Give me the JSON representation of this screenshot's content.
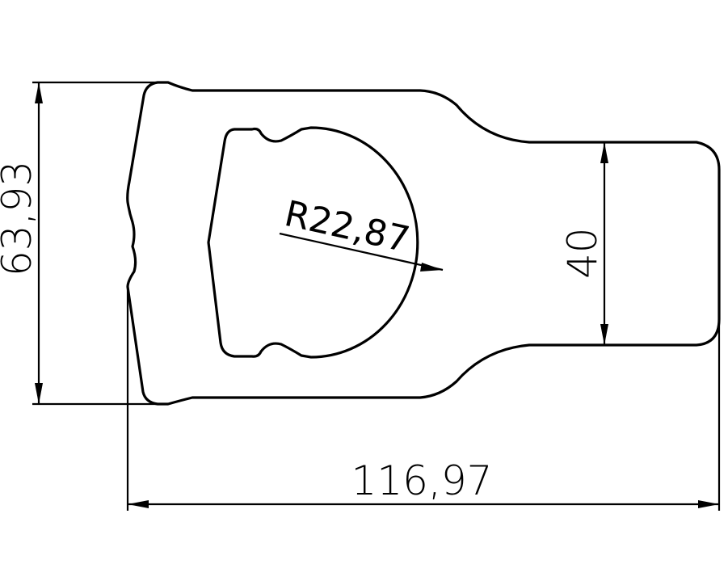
{
  "drawing": {
    "dimensions": {
      "height_left": "63,93",
      "height_right": "40",
      "width_bottom": "116,97",
      "radius": "R22,87"
    },
    "line_color": "#000000",
    "background": "#ffffff"
  }
}
